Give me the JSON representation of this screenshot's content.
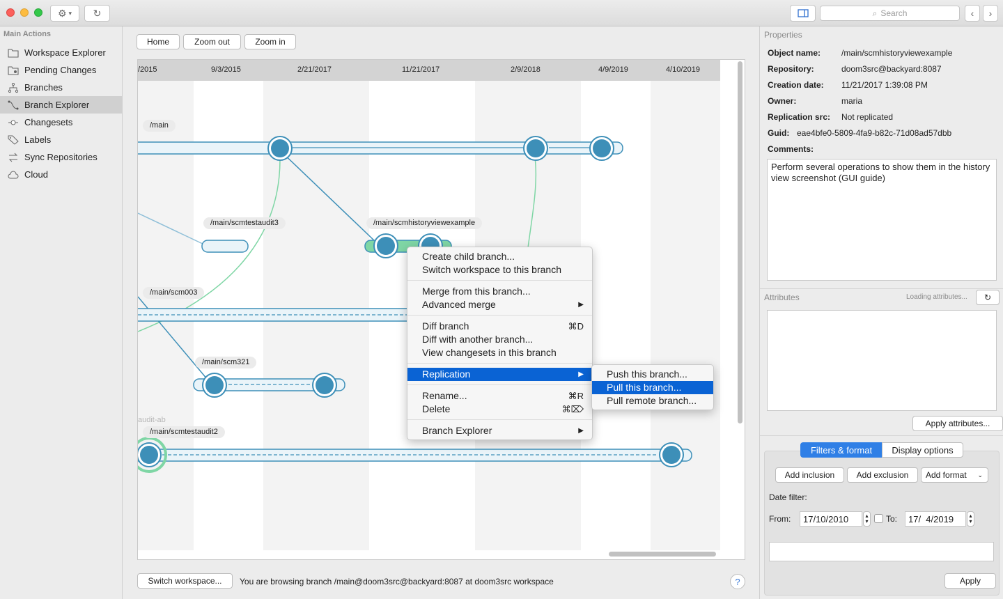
{
  "toolbar": {
    "search_placeholder": "Search"
  },
  "sidebar": {
    "header": "Main Actions",
    "items": [
      {
        "label": "Workspace Explorer"
      },
      {
        "label": "Pending Changes"
      },
      {
        "label": "Branches"
      },
      {
        "label": "Branch Explorer"
      },
      {
        "label": "Changesets"
      },
      {
        "label": "Labels"
      },
      {
        "label": "Sync Repositories"
      },
      {
        "label": "Cloud"
      }
    ]
  },
  "explorer": {
    "home_label": "Home",
    "zoom_out_label": "Zoom out",
    "zoom_in_label": "Zoom in",
    "dates": [
      "/2015",
      "9/3/2015",
      "2/21/2017",
      "11/21/2017",
      "2/9/2018",
      "4/9/2019",
      "4/10/2019"
    ],
    "branches": [
      "/main",
      "/main/scmtestaudit3",
      "/main/scmhistoryviewexample",
      "/main/scm003",
      "/main/scm321",
      "/main/scmtestaudit2"
    ],
    "faded_label": "audit-ab",
    "switch_workspace_label": "Switch workspace...",
    "status": "You are browsing branch /main@doom3src@backyard:8087 at doom3src workspace",
    "help": "?"
  },
  "context_menu": {
    "create_child": "Create child branch...",
    "switch_workspace": "Switch workspace to this branch",
    "merge_from": "Merge from this branch...",
    "advanced_merge": "Advanced merge",
    "diff_branch": "Diff branch",
    "diff_branch_shortcut": "⌘D",
    "diff_another": "Diff with another branch...",
    "view_changesets": "View changesets in this branch",
    "replication": "Replication",
    "rename": "Rename...",
    "rename_shortcut": "⌘R",
    "delete": "Delete",
    "delete_shortcut": "⌘⌦",
    "branch_explorer": "Branch Explorer"
  },
  "submenu": {
    "push": "Push this branch...",
    "pull": "Pull this branch...",
    "pull_remote": "Pull remote branch..."
  },
  "properties": {
    "title": "Properties",
    "object_name_label": "Object name:",
    "object_name": "/main/scmhistoryviewexample",
    "repository_label": "Repository:",
    "repository": "doom3src@backyard:8087",
    "creation_date_label": "Creation date:",
    "creation_date": "11/21/2017 1:39:08 PM",
    "owner_label": "Owner:",
    "owner": "maria",
    "replication_src_label": "Replication src:",
    "replication_src": "Not replicated",
    "guid_label": "Guid:",
    "guid": "eae4bfe0-5809-4fa9-b82c-71d08ad57dbb",
    "comments_label": "Comments:",
    "comments": "Perform several operations to show them in the history view screenshot (GUI guide)"
  },
  "attributes": {
    "title": "Attributes",
    "loading": "Loading attributes...",
    "apply_label": "Apply attributes..."
  },
  "filters": {
    "tab_filters": "Filters & format",
    "tab_display": "Display options",
    "add_inclusion": "Add inclusion",
    "add_exclusion": "Add exclusion",
    "add_format": "Add format",
    "date_filter_label": "Date filter:",
    "from_label": "From:",
    "from_value": "17/10/2010",
    "to_label": "To:",
    "to_value": "17/  4/2019",
    "apply_label": "Apply"
  },
  "colors": {
    "branch_blue": "#3d8fb8",
    "branch_green": "#7fd6a5",
    "highlight": "#0a63d4"
  }
}
